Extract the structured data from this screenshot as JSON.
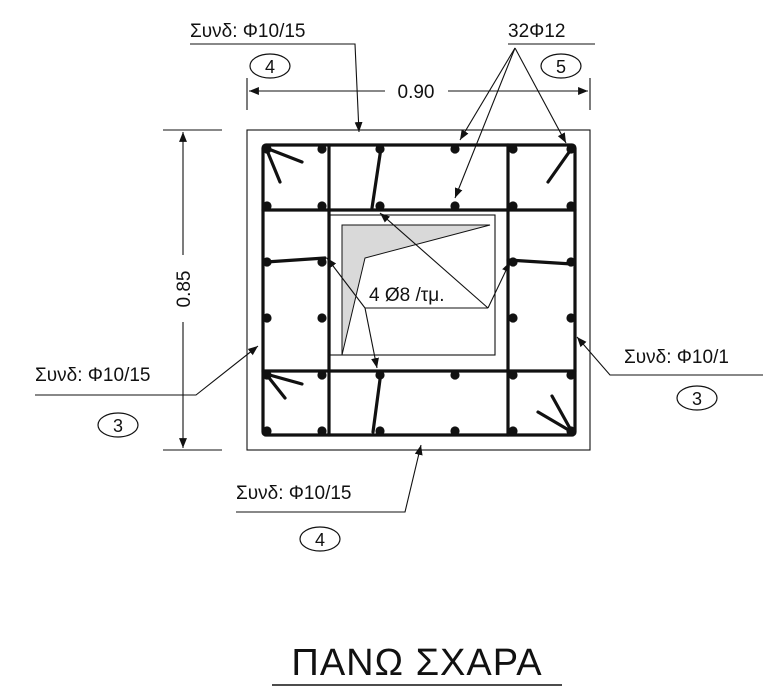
{
  "labels": {
    "stirrup_top": "Συνδ: Φ10/15",
    "stirrup_left": "Συνδ: Φ10/15",
    "stirrup_right": "Συνδ: Φ10/1",
    "stirrup_bottom": "Συνδ: Φ10/15",
    "main_bars": "32Φ12",
    "mesh": "4 Ø8 /τμ.",
    "width_dim": "0.90",
    "height_dim": "0.85",
    "title": "ΠΑΝΩ ΣΧΑΡΑ"
  },
  "markers": {
    "top": "4",
    "main_bars": "5",
    "left": "3",
    "right": "3",
    "bottom": "4"
  }
}
